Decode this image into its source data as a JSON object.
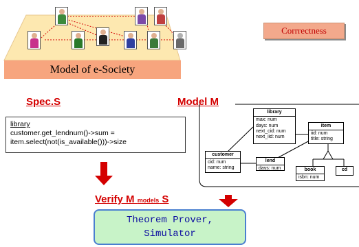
{
  "platform": {
    "label": "Model of e-Society",
    "colors": {
      "top": "#fde8b0",
      "front": "#f7a57e",
      "link": "#d40000"
    }
  },
  "correctness": {
    "label": "Corrrectness"
  },
  "spec": {
    "title": "Spec.S",
    "box_title": "library",
    "lines": [
      "customer.get_lendnum()->sum =",
      "item.select(not(is_available()))->size"
    ]
  },
  "model": {
    "title": "Model M",
    "classes": {
      "library": {
        "name": "library",
        "attrs": [
          "max: num",
          "days: num",
          "next_cid: num",
          "next_iid: num"
        ]
      },
      "item": {
        "name": "item",
        "attrs": [
          "iid: num",
          "title: string"
        ]
      },
      "customer": {
        "name": "customer",
        "attrs": [
          "cid: num",
          "name: string"
        ]
      },
      "lend": {
        "name": "lend",
        "attrs": [
          "days: num"
        ]
      },
      "book": {
        "name": "book",
        "attrs": [
          "isbn: num"
        ]
      },
      "cd": {
        "name": "cd",
        "attrs": []
      }
    }
  },
  "verify": {
    "pre": "Verify M ",
    "small": "models",
    "post": " S"
  },
  "prover": {
    "line1": "Theorem Prover,",
    "line2": "Simulator"
  },
  "colors": {
    "accent_red": "#d40000",
    "prover_fill": "#c8f3c8",
    "prover_border": "#4a7fd0",
    "prover_text": "#0a0aa0"
  }
}
